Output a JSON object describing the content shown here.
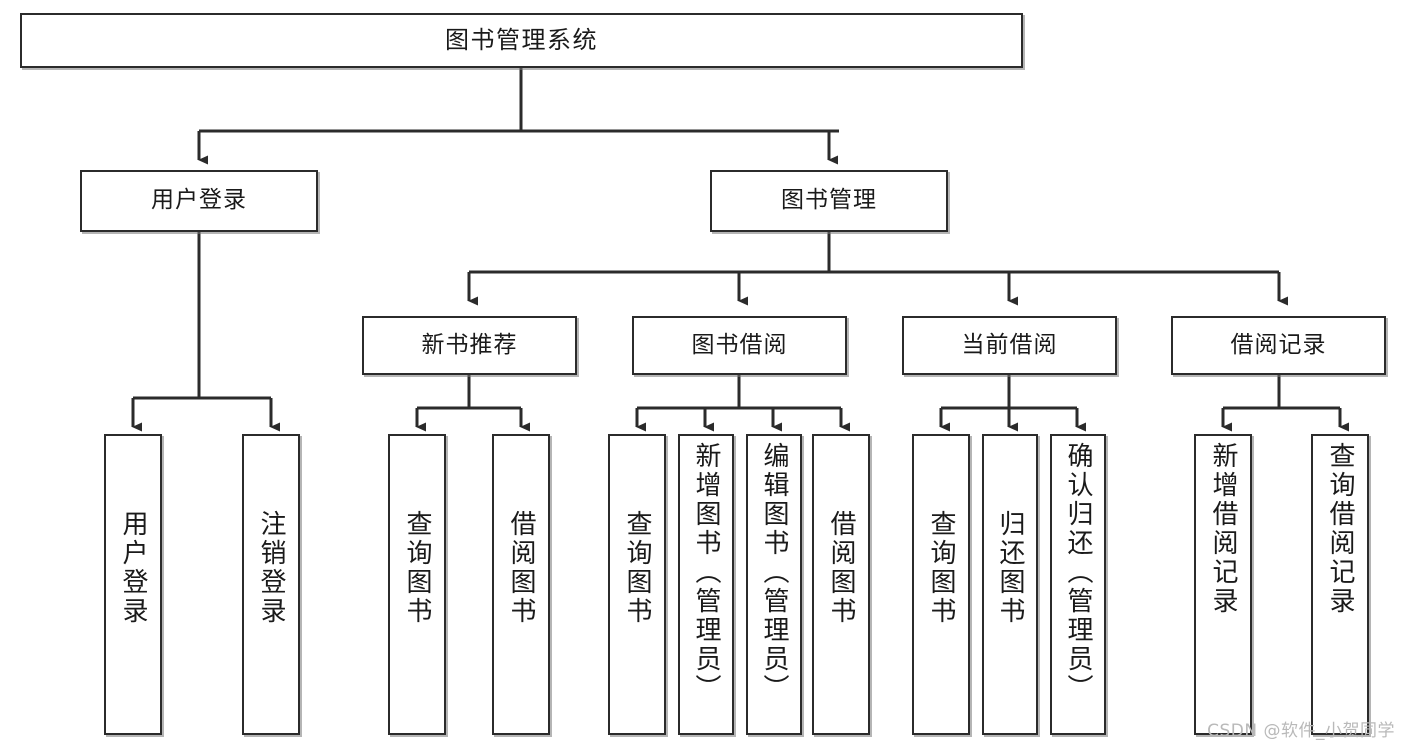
{
  "diagram": {
    "type": "tree-hierarchy",
    "title": "图书管理系统",
    "watermark": "CSDN @软件_小贺同学",
    "colors": {
      "box_border": "#2b2b2b",
      "box_fill": "#ffffff",
      "connector": "#2b2b2b",
      "watermark": "#b9b9b9",
      "background": "#ffffff"
    },
    "nodes": {
      "root": {
        "label": "图书管理系统",
        "level": 0,
        "orientation": "horizontal"
      },
      "user_login": {
        "label": "用户登录",
        "level": 1,
        "orientation": "horizontal"
      },
      "book_manage": {
        "label": "图书管理",
        "level": 1,
        "orientation": "horizontal"
      },
      "new_book_rec": {
        "label": "新书推荐",
        "level": 2,
        "orientation": "horizontal"
      },
      "book_borrow": {
        "label": "图书借阅",
        "level": 2,
        "orientation": "horizontal"
      },
      "current_borrow": {
        "label": "当前借阅",
        "level": 2,
        "orientation": "horizontal"
      },
      "borrow_record": {
        "label": "借阅记录",
        "level": 2,
        "orientation": "horizontal"
      },
      "leaf_user_login": {
        "label": "用户登录",
        "level": 2,
        "orientation": "vertical",
        "parent": "用户登录"
      },
      "leaf_logout": {
        "label": "注销登录",
        "level": 2,
        "orientation": "vertical",
        "parent": "用户登录"
      },
      "leaf_query_book_1": {
        "label": "查询图书",
        "level": 3,
        "orientation": "vertical",
        "parent": "新书推荐"
      },
      "leaf_borrow_book_1": {
        "label": "借阅图书",
        "level": 3,
        "orientation": "vertical",
        "parent": "新书推荐"
      },
      "leaf_query_book_2": {
        "label": "查询图书",
        "level": 3,
        "orientation": "vertical",
        "parent": "图书借阅"
      },
      "leaf_add_book": {
        "label": "新增图书（管理员）",
        "level": 3,
        "orientation": "vertical",
        "parent": "图书借阅"
      },
      "leaf_edit_book": {
        "label": "编辑图书（管理员）",
        "level": 3,
        "orientation": "vertical",
        "parent": "图书借阅"
      },
      "leaf_borrow_book_2": {
        "label": "借阅图书",
        "level": 3,
        "orientation": "vertical",
        "parent": "图书借阅"
      },
      "leaf_query_book_3": {
        "label": "查询图书",
        "level": 3,
        "orientation": "vertical",
        "parent": "当前借阅"
      },
      "leaf_return_book": {
        "label": "归还图书",
        "level": 3,
        "orientation": "vertical",
        "parent": "当前借阅"
      },
      "leaf_confirm_return": {
        "label": "确认归还（管理员）",
        "level": 3,
        "orientation": "vertical",
        "parent": "当前借阅"
      },
      "leaf_add_record": {
        "label": "新增借阅记录",
        "level": 3,
        "orientation": "vertical",
        "parent": "借阅记录"
      },
      "leaf_query_record": {
        "label": "查询借阅记录",
        "level": 3,
        "orientation": "vertical",
        "parent": "借阅记录"
      }
    }
  }
}
